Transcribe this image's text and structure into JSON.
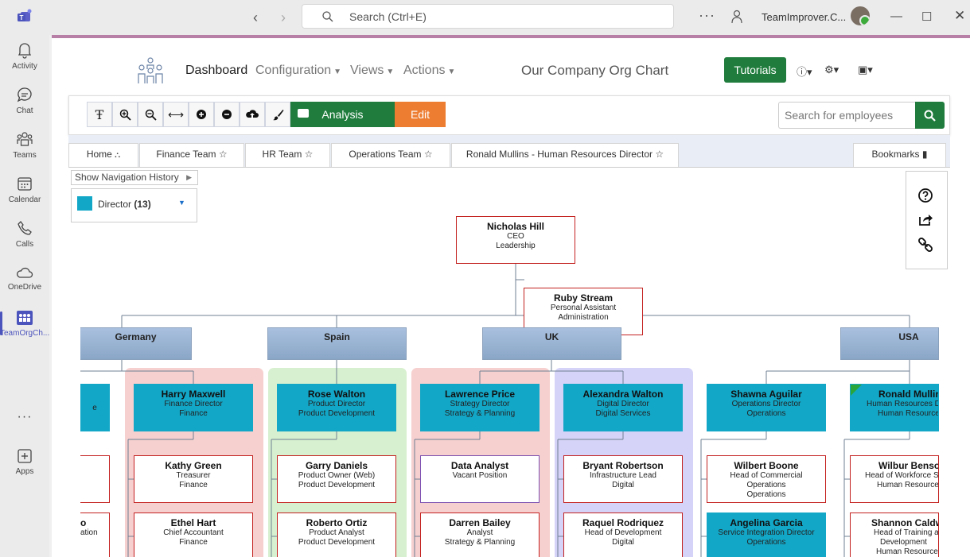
{
  "titlebar": {
    "search_placeholder": "Search (Ctrl+E)",
    "tenant": "TeamImprover.C...",
    "more": "···"
  },
  "rail": {
    "items": [
      {
        "label": "Activity",
        "icon": "bell-icon"
      },
      {
        "label": "Chat",
        "icon": "chat-icon"
      },
      {
        "label": "Teams",
        "icon": "teams-icon"
      },
      {
        "label": "Calendar",
        "icon": "calendar-icon"
      },
      {
        "label": "Calls",
        "icon": "phone-icon"
      },
      {
        "label": "OneDrive",
        "icon": "cloud-icon"
      },
      {
        "label": "TeamOrgCh...",
        "icon": "orgchart-app-icon"
      },
      {
        "label": "Apps",
        "icon": "add-apps-icon"
      }
    ],
    "more": "···"
  },
  "nav": {
    "dashboard": "Dashboard",
    "configuration": "Configuration",
    "views": "Views",
    "actions": "Actions",
    "title": "Our Company Org Chart",
    "tutorials": "Tutorials"
  },
  "toolbar": {
    "analysis": "Analysis",
    "edit": "Edit",
    "search_placeholder": "Search for employees"
  },
  "tabs": [
    {
      "label": "Home"
    },
    {
      "label": "Finance Team ☆"
    },
    {
      "label": "HR Team ☆"
    },
    {
      "label": "Operations Team ☆"
    },
    {
      "label": "Ronald Mullins - Human Resources Director ☆"
    }
  ],
  "bookmarks": "Bookmarks",
  "show_history": "Show Navigation History",
  "legend": {
    "label": "Director",
    "count": "(13)",
    "color": "#13a7c7"
  },
  "org": {
    "ceo": {
      "name": "Nicholas Hill",
      "title": "CEO",
      "dept": "Leadership"
    },
    "assistant": {
      "name": "Ruby Stream",
      "title": "Personal Assistant",
      "dept": "Administration"
    },
    "countries": [
      "Germany",
      "Spain",
      "UK",
      "USA"
    ],
    "germany_partial": {
      "title": "e",
      "p1": "",
      "p2": "o",
      "p2_dept": "ation"
    },
    "harry": {
      "name": "Harry Maxwell",
      "title": "Finance Director",
      "dept": "Finance"
    },
    "kathy": {
      "name": "Kathy Green",
      "title": "Treasurer",
      "dept": "Finance"
    },
    "ethel": {
      "name": "Ethel Hart",
      "title": "Chief Accountant",
      "dept": "Finance"
    },
    "rose": {
      "name": "Rose Walton",
      "title": "Product Director",
      "dept": "Product Development"
    },
    "garry": {
      "name": "Garry Daniels",
      "title": "Product Owner (Web)",
      "dept": "Product Development"
    },
    "roberto": {
      "name": "Roberto Ortiz",
      "title": "Product Analyst",
      "dept": "Product Development"
    },
    "lawrence": {
      "name": "Lawrence Price",
      "title": "Strategy Director",
      "dept": "Strategy & Planning"
    },
    "data_analyst": {
      "name": "Data Analyst",
      "title": "Vacant Position",
      "dept": ""
    },
    "darren": {
      "name": "Darren Bailey",
      "title": "Analyst",
      "dept": "Strategy & Planning"
    },
    "alexandra": {
      "name": "Alexandra Walton",
      "title": "Digital Director",
      "dept": "Digital Services"
    },
    "bryant": {
      "name": "Bryant Robertson",
      "title": "Infrastructure Lead",
      "dept": "Digital"
    },
    "raquel": {
      "name": "Raquel Rodriquez",
      "title": "Head of Development",
      "dept": "Digital"
    },
    "shawna": {
      "name": "Shawna Aguilar",
      "title": "Operations Director",
      "dept": "Operations"
    },
    "wilbert": {
      "name": "Wilbert Boone",
      "title": "Head of Commercial",
      "dept": "Operations",
      "dept2": "Operations"
    },
    "angelina": {
      "name": "Angelina Garcia",
      "title": "Service Integration Director",
      "dept": "Operations"
    },
    "ronald": {
      "name": "Ronald Mullins",
      "title": "Human Resources Dir",
      "dept": "Human Resource"
    },
    "wilbur": {
      "name": "Wilbur Benson",
      "title": "Head of Workforce S",
      "dept": "Human Resource"
    },
    "shannon": {
      "name": "Shannon Caldw",
      "title": "Head of Training a",
      "dept": "Development",
      "dept2": "Human Resource"
    }
  },
  "colors": {
    "teal": "#13a7c7",
    "green": "#1f7c3c",
    "orange": "#ed7d31",
    "red_border": "#c3211f",
    "group_red": "#f6d0cf",
    "group_green": "#d7f0cf",
    "group_purple": "#d5d3f7"
  }
}
